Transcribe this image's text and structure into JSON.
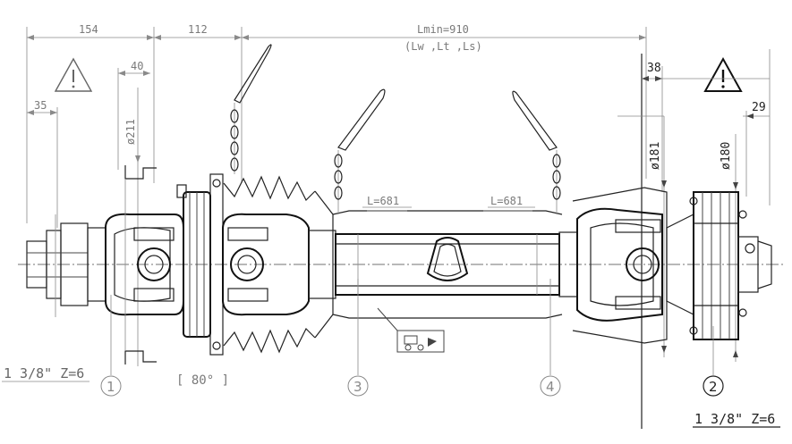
{
  "dimensions": {
    "d154": "154",
    "d112": "112",
    "lmin": "Lmin=910",
    "lmin_sub": "(Lw ,Lt ,Ls)",
    "d40": "40",
    "d35": "35",
    "d211": "ø211",
    "d38": "38",
    "d29": "29",
    "d181": "ø181",
    "d180": "ø180",
    "l681_left": "L=681",
    "l681_right": "L=681",
    "angle80": "[ 80° ]"
  },
  "callouts": {
    "c1": "1",
    "c2": "2",
    "c3": "3",
    "c4": "4"
  },
  "shafts": {
    "left": "1 3/8\" Z=6",
    "right": "1 3/8\" Z=6"
  },
  "icons": {
    "warning_left": "warning-triangle-icon",
    "warning_right": "warning-triangle-icon",
    "tractor": "tractor-icon"
  }
}
